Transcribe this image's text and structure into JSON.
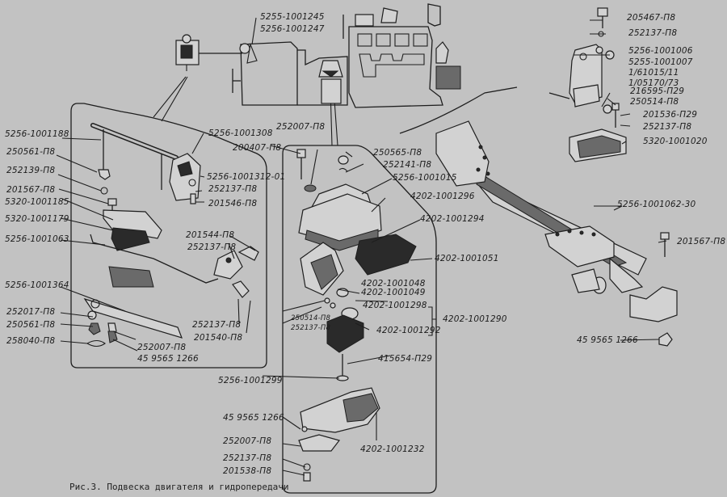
{
  "figure": {
    "caption": "Рис.3. Подвеска двигателя и гидропередачи"
  },
  "labels": {
    "top_bracket_a": "5255-1001245",
    "top_bracket_b": "5256-1001247",
    "right_bolt": "205467-П8",
    "right_washer_top": "252137-П8",
    "right_bracket_a": "5256-1001006",
    "right_bracket_b": "5255-1001007",
    "right_ref_a": "1/61015/11",
    "right_ref_b": "1/05170/73",
    "right_washer_a": "216595-П29",
    "right_washer_b": "250514-П8",
    "right_bolt2": "201536-П29",
    "right_washer2": "252137-П8",
    "right_mount": "5320-1001020",
    "left_rod": "5256-1001188",
    "left_nut": "250561-П8",
    "left_washer": "252139-П8",
    "left_bolt": "201567-П8",
    "left_clamp_top": "5320-1001185",
    "left_cushion": "5320-1001179",
    "left_bar": "5256-1001063",
    "left_bracket_sm": "5256-1001308",
    "left_bracket_sm2": "5256-1001312-01",
    "left_washer_r": "252137-П8",
    "left_bolt_r": "201546-П8",
    "left_bolt_m": "201544-П8",
    "left_washer_m": "252137-П8",
    "left_plate": "5256-1001364",
    "left_washer_b1": "252017-П8",
    "left_nut_b": "250561-П8",
    "left_pin": "258040-П8",
    "left_washer_b2": "252007-П8",
    "left_nut_b2": "45 9565 1266",
    "left_washer_b3": "252137-П8",
    "left_bolt_b": "201540-П8",
    "mid_washer_top": "252007-П8",
    "mid_bolt_top": "200407-П8",
    "mid_nut": "250565-П8",
    "mid_washer": "252141-П8",
    "mid_cap": "5256-1001015",
    "mid_cushion": "4202-1001296",
    "mid_bracket": "4202-1001294",
    "mid_rubber": "4202-1001051",
    "mid_bracket_a": "4202-1001048",
    "mid_bracket_b": "4202-1001049",
    "mid_bushing": "4202-1001298",
    "mid_group": "4202-1001290",
    "mid_small_a": "250514-П8",
    "mid_small_b": "252137-П8",
    "mid_support": "4202-1001292",
    "mid_stud": "415654-П29",
    "mid_spacer": "5256-1001299",
    "mid_nut_b": "45 9565 1266",
    "mid_base": "4202-1001232",
    "mid_washer_b": "252007-П8",
    "mid_washer_b2": "252137-П8",
    "mid_bolt_b": "201538-П8",
    "beam": "5256-1001062-30",
    "beam_bolt": "201567-П8",
    "beam_nut": "45 9565 1266"
  }
}
